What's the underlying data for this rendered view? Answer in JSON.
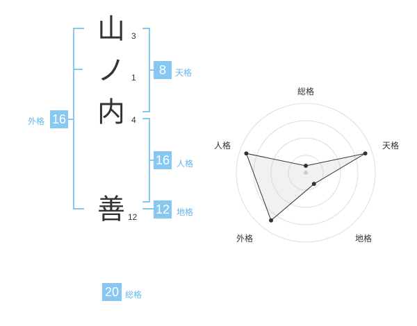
{
  "name": {
    "chars": [
      {
        "char": "山",
        "strokes": "3"
      },
      {
        "char": "ノ",
        "strokes": "1"
      },
      {
        "char": "内",
        "strokes": "4"
      },
      {
        "char": "善",
        "strokes": "12"
      }
    ]
  },
  "scores": {
    "tenkaku": {
      "label": "天格",
      "value": "8"
    },
    "jinkaku": {
      "label": "人格",
      "value": "16"
    },
    "chikaku": {
      "label": "地格",
      "value": "12"
    },
    "gaikaku": {
      "label": "外格",
      "value": "16"
    },
    "soukaku": {
      "label": "総格",
      "value": "20"
    }
  },
  "colors": {
    "accent": "#86c8f2",
    "label": "#64b6ea",
    "text": "#333333"
  },
  "chart_data": {
    "type": "radar",
    "axes": [
      "総格",
      "天格",
      "地格",
      "外格",
      "人格"
    ],
    "values": [
      0.1,
      0.9,
      0.2,
      0.85,
      0.9
    ],
    "rings": 4,
    "max": 1
  }
}
